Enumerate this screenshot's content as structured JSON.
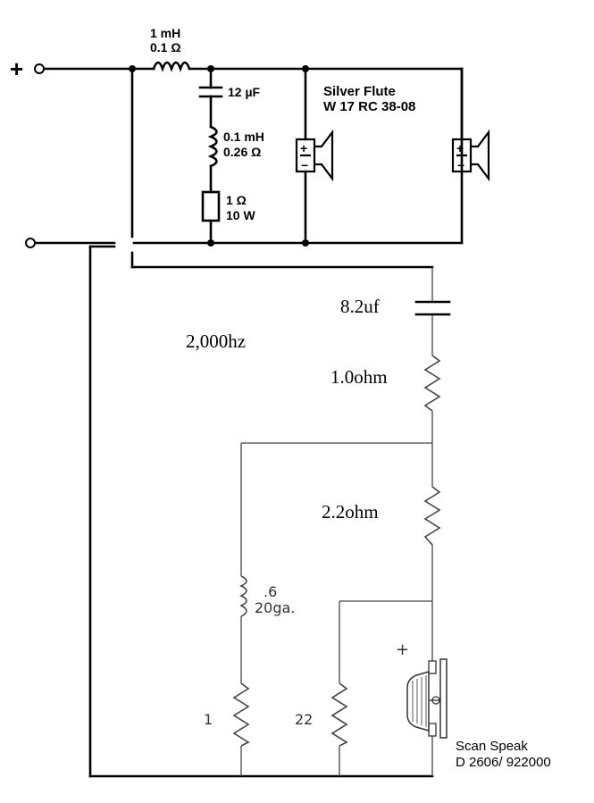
{
  "terminals": {
    "plus": "+",
    "minus": ""
  },
  "top_network": {
    "series_inductor": {
      "value": "1 mH",
      "resistance": "0.1 Ω"
    },
    "shunt_capacitor": {
      "value": "12 µF"
    },
    "shunt_inductor": {
      "value": "0.1 mH",
      "resistance": "0.26 Ω"
    },
    "shunt_resistor": {
      "value": "1 Ω",
      "power": "10 W"
    },
    "woofer": {
      "name": "Silver Flute",
      "model": "W 17 RC 38-08",
      "plus": "+",
      "minus": "−"
    },
    "second_woofer": {
      "plus": "+",
      "minus": "−"
    }
  },
  "tweeter_network": {
    "crossover": "2,000hz",
    "capacitor": "8.2uf",
    "resistor_1": "1.0ohm",
    "resistor_2": "2.2ohm",
    "inductor_value": ".6",
    "inductor_wire": "20ga.",
    "shunt_resistor_a": "1",
    "shunt_resistor_b": "22",
    "polarity": "+",
    "tweeter": {
      "name": "Scan Speak",
      "model": "D 2606/ 922000"
    }
  }
}
